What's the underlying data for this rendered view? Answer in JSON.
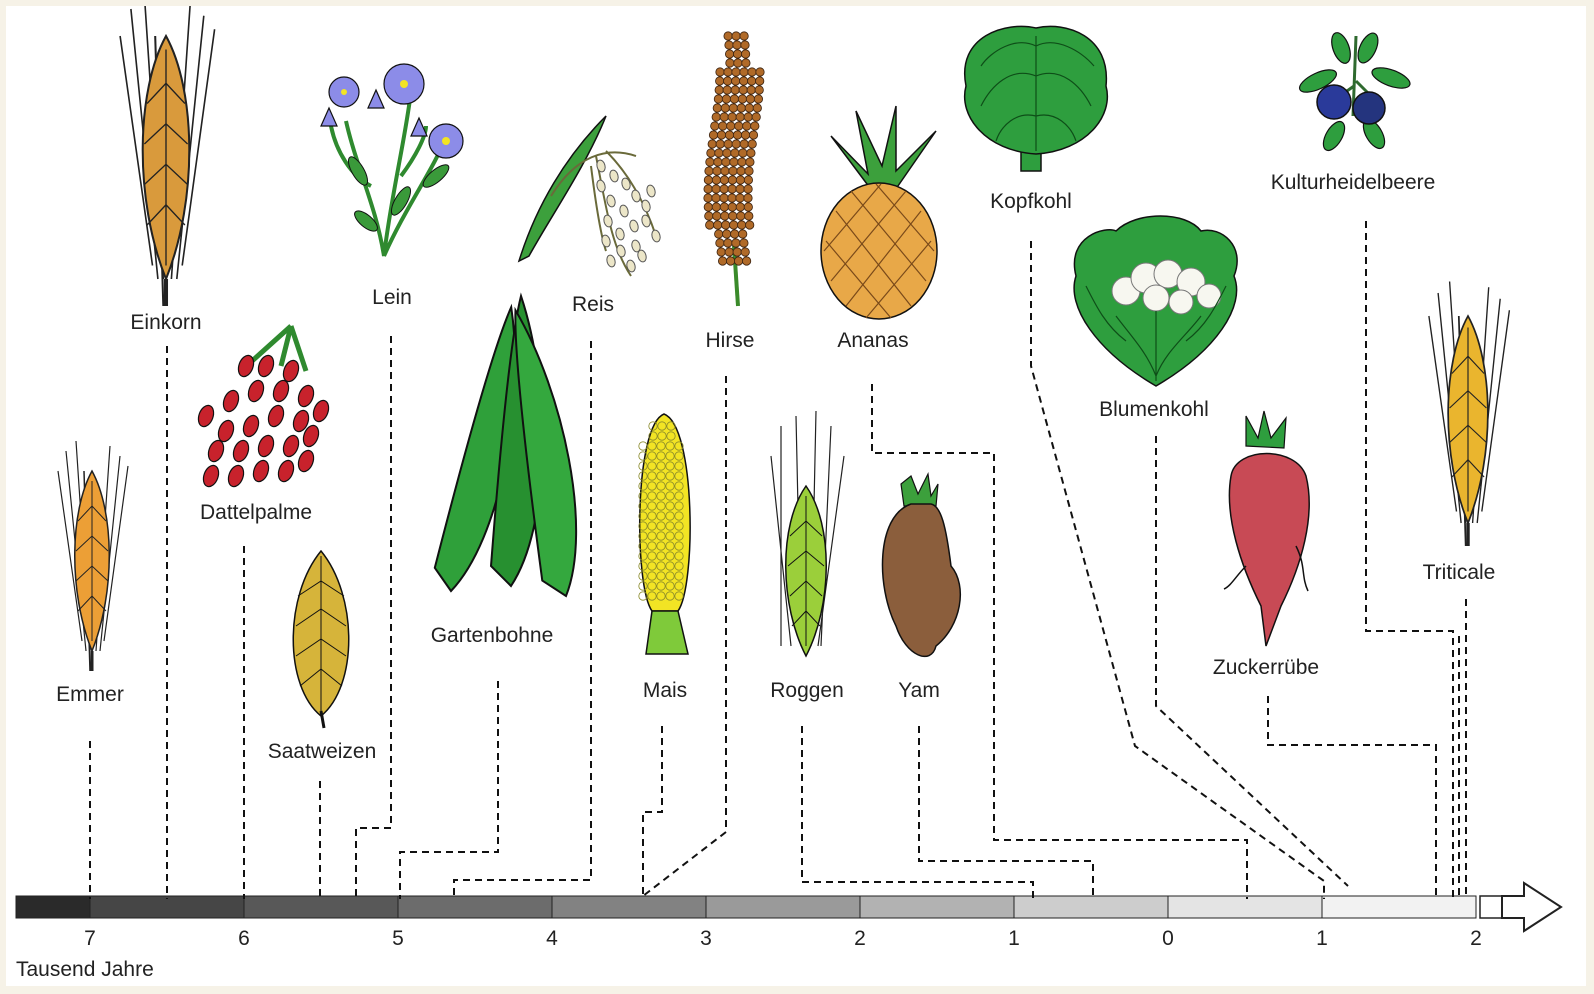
{
  "timeline": {
    "unit_label": "Tausend Jahre",
    "ticks": [
      "7",
      "6",
      "5",
      "4",
      "3",
      "2",
      "1",
      "0",
      "1",
      "2"
    ],
    "segment_colors": [
      "#2a2a2a",
      "#464646",
      "#585858",
      "#6c6c6c",
      "#828282",
      "#9a9a9a",
      "#b2b2b2",
      "#cdcdcd",
      "#e4e4e4",
      "#f2f2f2"
    ]
  },
  "crops": [
    {
      "id": "emmer",
      "label": "Emmer",
      "icon": "wheat-ear-icon",
      "color": "#e9a03a"
    },
    {
      "id": "einkorn",
      "label": "Einkorn",
      "icon": "wheat-ear-icon",
      "color": "#d99a3c"
    },
    {
      "id": "dattelpalme",
      "label": "Dattelpalme",
      "icon": "date-cluster-icon",
      "color": "#c8222c"
    },
    {
      "id": "saatweizen",
      "label": "Saatweizen",
      "icon": "wheat-ear-icon",
      "color": "#d6b43a"
    },
    {
      "id": "lein",
      "label": "Lein",
      "icon": "flax-flower-icon",
      "color": "#8c8ce8"
    },
    {
      "id": "gartenbohne",
      "label": "Gartenbohne",
      "icon": "bean-pod-icon",
      "color": "#2f9a3a"
    },
    {
      "id": "reis",
      "label": "Reis",
      "icon": "rice-panicle-icon",
      "color": "#ece6c8"
    },
    {
      "id": "mais",
      "label": "Mais",
      "icon": "corn-cob-icon",
      "color": "#f2e424"
    },
    {
      "id": "hirse",
      "label": "Hirse",
      "icon": "millet-head-icon",
      "color": "#b06a28"
    },
    {
      "id": "roggen",
      "label": "Roggen",
      "icon": "rye-ear-icon",
      "color": "#9bcf3a"
    },
    {
      "id": "ananas",
      "label": "Ananas",
      "icon": "pineapple-icon",
      "color": "#e8a848"
    },
    {
      "id": "yam",
      "label": "Yam",
      "icon": "yam-tuber-icon",
      "color": "#8b5e3c"
    },
    {
      "id": "kopfkohl",
      "label": "Kopfkohl",
      "icon": "cabbage-icon",
      "color": "#2e9e3e"
    },
    {
      "id": "blumenkohl",
      "label": "Blumenkohl",
      "icon": "cauliflower-icon",
      "color": "#2e9e3e"
    },
    {
      "id": "kulturheidelbeere",
      "label": "Kulturheidelbeere",
      "icon": "blueberry-icon",
      "color": "#2a3a9a"
    },
    {
      "id": "zuckerruebe",
      "label": "Zuckerrübe",
      "icon": "sugar-beet-icon",
      "color": "#c84a55"
    },
    {
      "id": "triticale",
      "label": "Triticale",
      "icon": "wheat-ear-icon",
      "color": "#eab52e"
    }
  ]
}
